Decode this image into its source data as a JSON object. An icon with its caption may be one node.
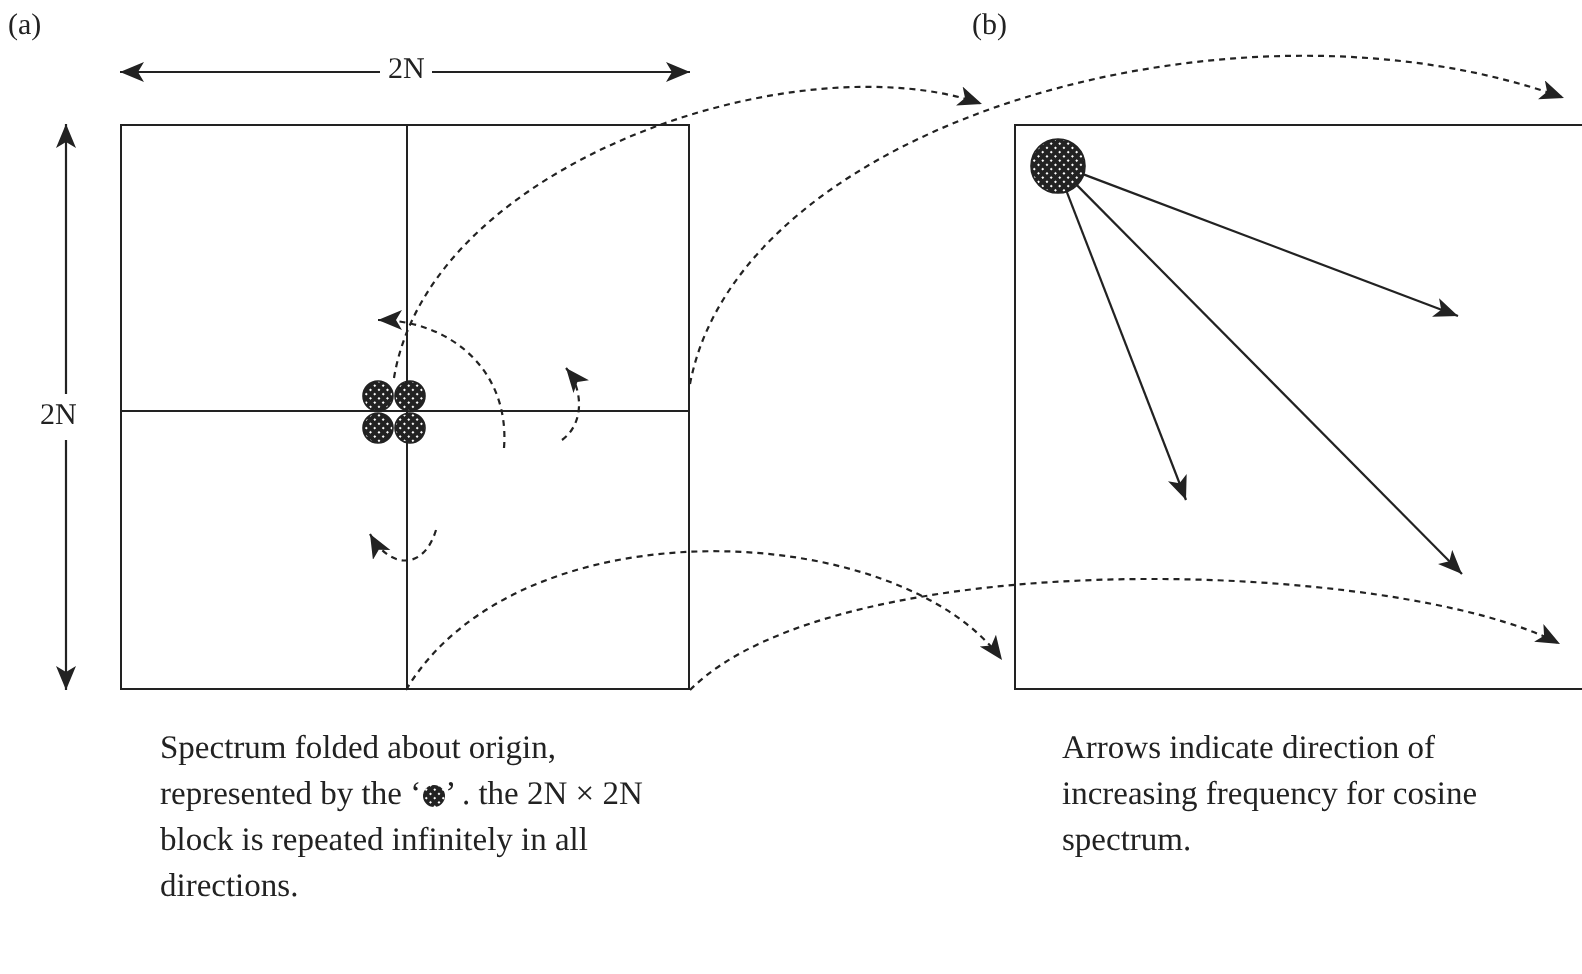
{
  "diagram": {
    "nodes": [
      {
        "text": [],
        "shape": "box",
        "beside": [
          "Spectrum folded about origin, represented by the ‘",
          "’ . the 2N × 2N block is repeated infinitely in all directions."
        ]
      },
      {
        "text": [],
        "shape": "box",
        "beside": [
          "Arrows indicate direction of increasing frequency for cosine spectrum."
        ]
      },
      {
        "text": [],
        "shape": "circle",
        "in": 0
      },
      {
        "text": [],
        "shape": "circle",
        "in": 1
      }
    ],
    "edges": [
      {
        "from": 2,
        "to": 1,
        "arrow": "to",
        "style": "dashed"
      },
      {
        "from": 0,
        "to": 1,
        "arrow": "to",
        "style": "dashed"
      },
      {
        "from": 0,
        "to": 1,
        "arrow": "to",
        "style": "dashed"
      },
      {
        "from": 0,
        "to": 1,
        "arrow": "to",
        "style": "dashed"
      },
      {
        "from": 3,
        "to": null,
        "arrow": "to"
      },
      {
        "from": 3,
        "to": null,
        "arrow": "to"
      },
      {
        "from": 3,
        "to": null,
        "arrow": "to"
      }
    ],
    "labels": [
      "(a)",
      "(b)",
      "2N",
      "2N"
    ]
  }
}
